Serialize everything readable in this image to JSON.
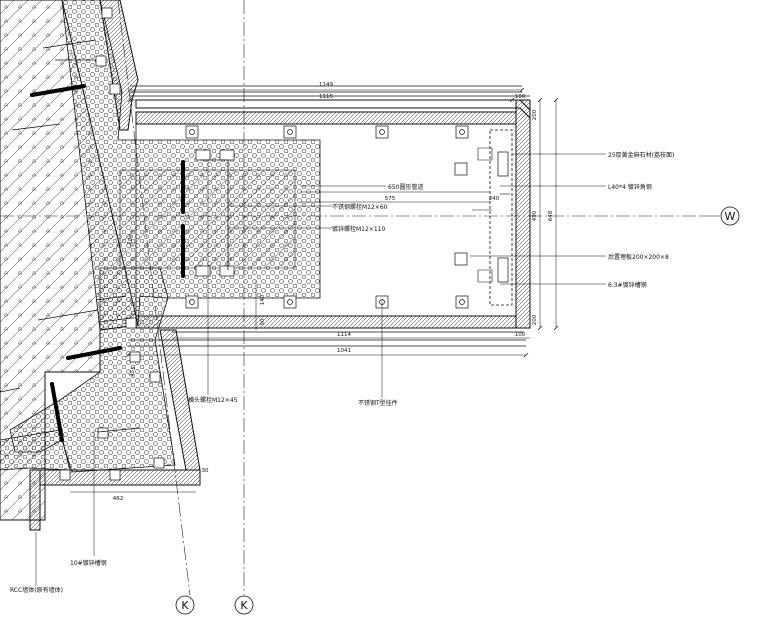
{
  "annotations": {
    "stone": "25厚黄金麻石材(荔枝面)",
    "angle": "L40*4 镀锌角钢",
    "plate": "后置埋板200×200×8",
    "bar": "6.3#镀锌槽钢",
    "stainless": "不锈钢T型挂件",
    "bolt_m12x45": "横头螺栓M12×45",
    "bolt_m12x60": "不锈钢螺栓M12×60",
    "bolt_m12x110": "镀锌螺栓M12×110",
    "channel_left": "10#镀锌槽钢",
    "rcc": "RCC墙体(原有墙体)",
    "pipe_label": "650圆形管道"
  },
  "dimensions": {
    "d1149": "1149",
    "d1115": "1115",
    "d100_top": "100",
    "d100_bot": "100",
    "d1114": "1114",
    "d1041": "1041",
    "d575": "575",
    "d240": "240",
    "d200_top": "200",
    "d200_bot": "200",
    "d490": "490",
    "d648": "648",
    "d462": "462",
    "d90": "90",
    "d140": "140",
    "d155": "155",
    "d30": "30",
    "d180": "180"
  },
  "axes": {
    "k1": "K",
    "k2": "K",
    "w": "W"
  }
}
